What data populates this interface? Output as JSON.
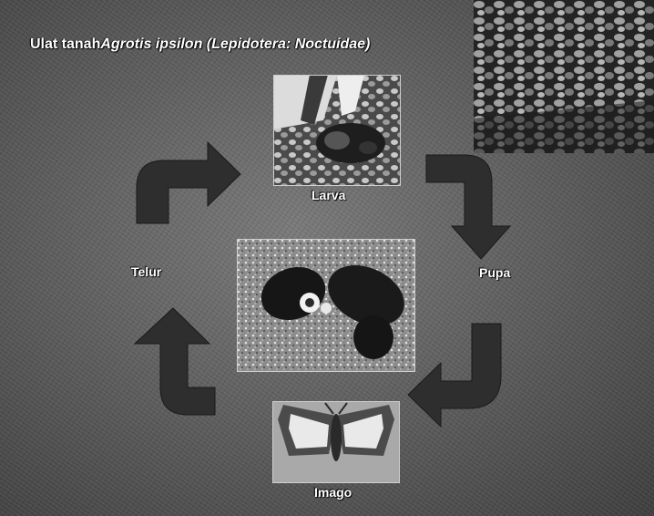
{
  "diagram": {
    "title_common": "Ulat tanah",
    "title_scientific": "Agrotis ipsilon",
    "title_taxonomy": "(Lepidotera: Noctuidae)"
  },
  "stages": {
    "larva": "Larva",
    "pupa": "Pupa",
    "imago": "Imago",
    "telur": "Telur"
  }
}
